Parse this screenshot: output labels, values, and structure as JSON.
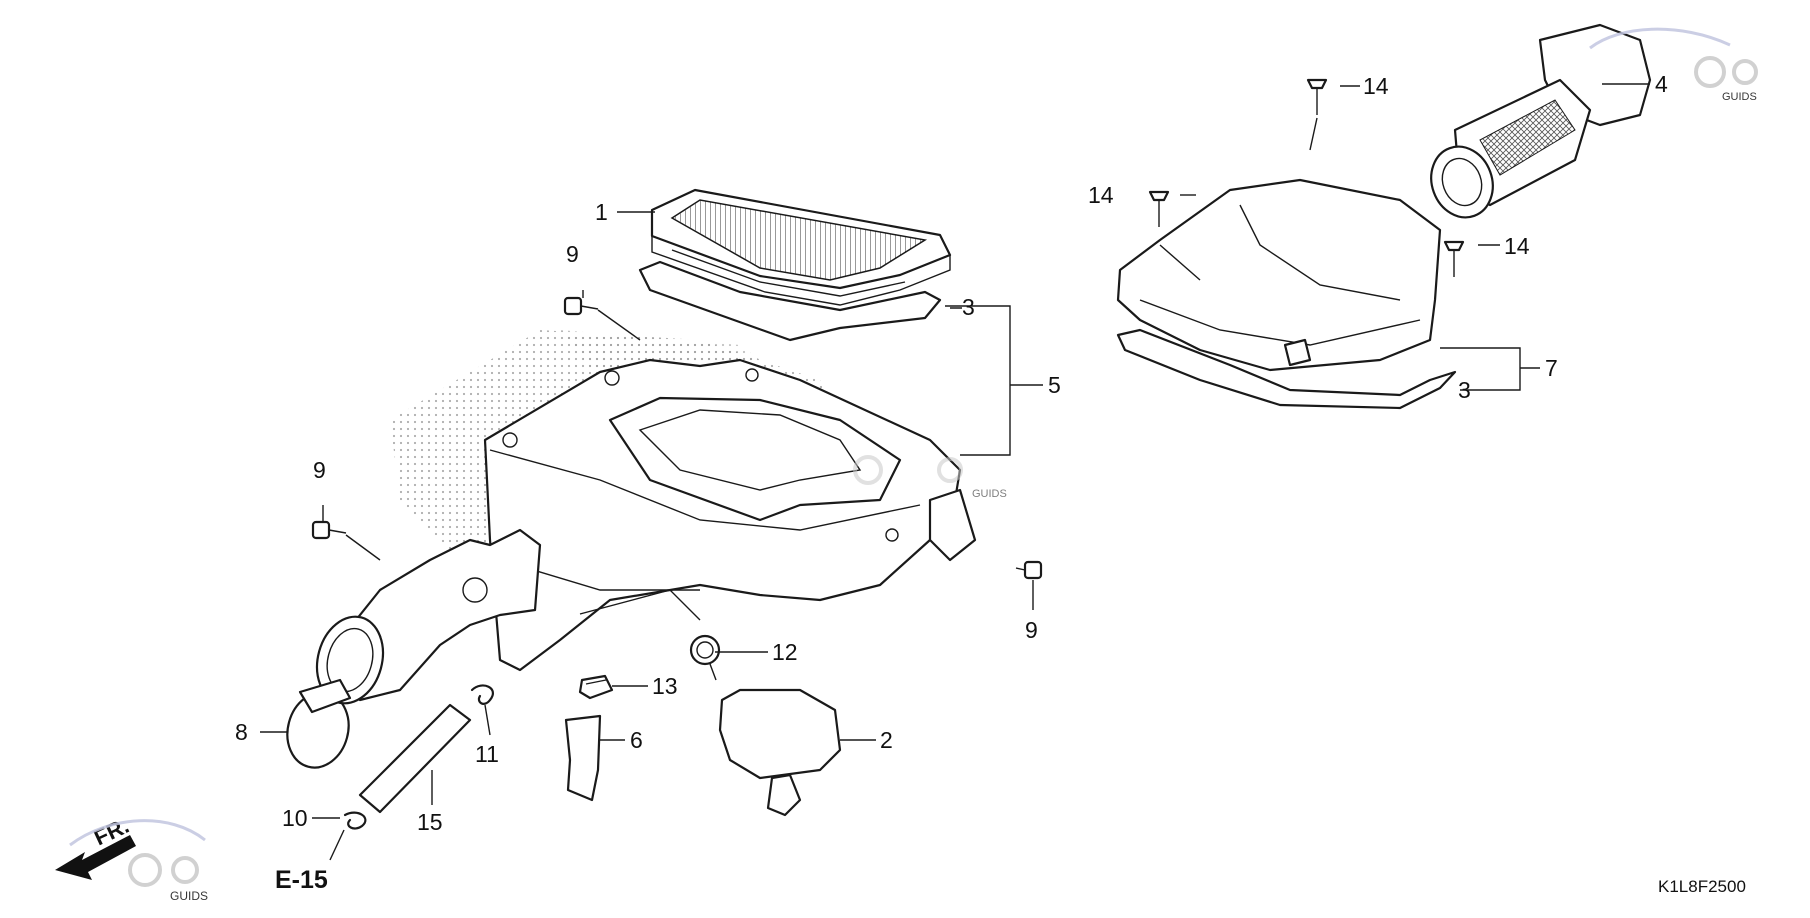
{
  "diagram": {
    "code": "K1L8F2500",
    "reference": "E-15",
    "front_label": "FR.",
    "callouts": {
      "c1": "1",
      "c2": "2",
      "c3a": "3",
      "c3b": "3",
      "c4": "4",
      "c5": "5",
      "c6": "6",
      "c7": "7",
      "c8": "8",
      "c9a": "9",
      "c9b": "9",
      "c9c": "9",
      "c10": "10",
      "c11": "11",
      "c12": "12",
      "c13": "13",
      "c14a": "14",
      "c14b": "14",
      "c14c": "14",
      "c15": "15"
    },
    "watermark": {
      "word": "GUIDS",
      "color": "#c2c6e0"
    }
  }
}
